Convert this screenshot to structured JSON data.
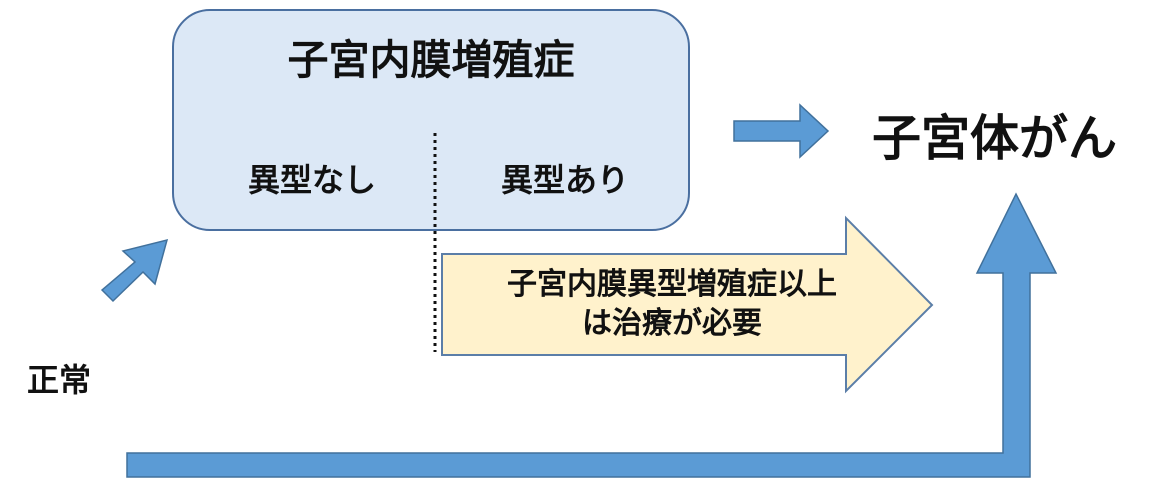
{
  "diagram": {
    "hyperplasia_box": {
      "title": "子宮内膜増殖症",
      "without_atypia": "異型なし",
      "with_atypia": "異型あり"
    },
    "cancer_label": "子宮体がん",
    "normal_label": "正常",
    "treatment_note": {
      "line1": "子宮内膜異型増殖症以上",
      "line2": "は治療が必要"
    }
  },
  "colors": {
    "box_fill": "#dce8f6",
    "box_border": "#4a6fa0",
    "arrow_blue": "#5b9bd5",
    "arrow_blue_border": "#41719c",
    "note_arrow_fill": "#fff2cc",
    "note_arrow_border": "#5b7ea8",
    "divider": "#111111",
    "text": "#111111"
  }
}
